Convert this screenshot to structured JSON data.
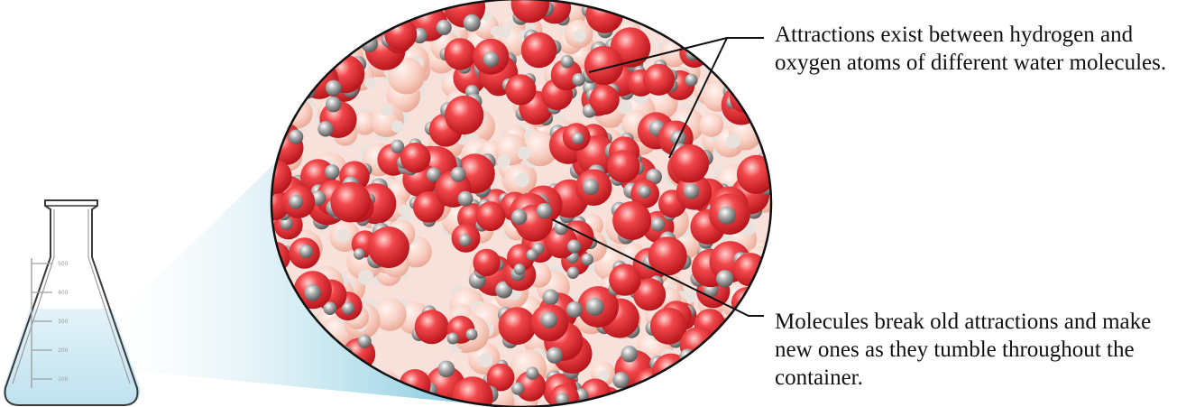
{
  "callouts": {
    "attractions": "Attractions exist between hydrogen and oxygen atoms of different water molecules.",
    "tumble": "Molecules break old attractions and make new ones as they tumble throughout the container."
  },
  "flask": {
    "graduations": [
      "500",
      "400",
      "300",
      "200",
      "100"
    ]
  },
  "colors": {
    "oxygen": "#e8242a",
    "oxygen_faded": "#f6c3b5",
    "hydrogen": "#9a9a9a",
    "liquid": "#cfe9f3",
    "zoom_cone": "#8fcfe0"
  },
  "icons": {
    "flask": "erlenmeyer-flask-icon",
    "magnifier": "zoom-circle"
  }
}
